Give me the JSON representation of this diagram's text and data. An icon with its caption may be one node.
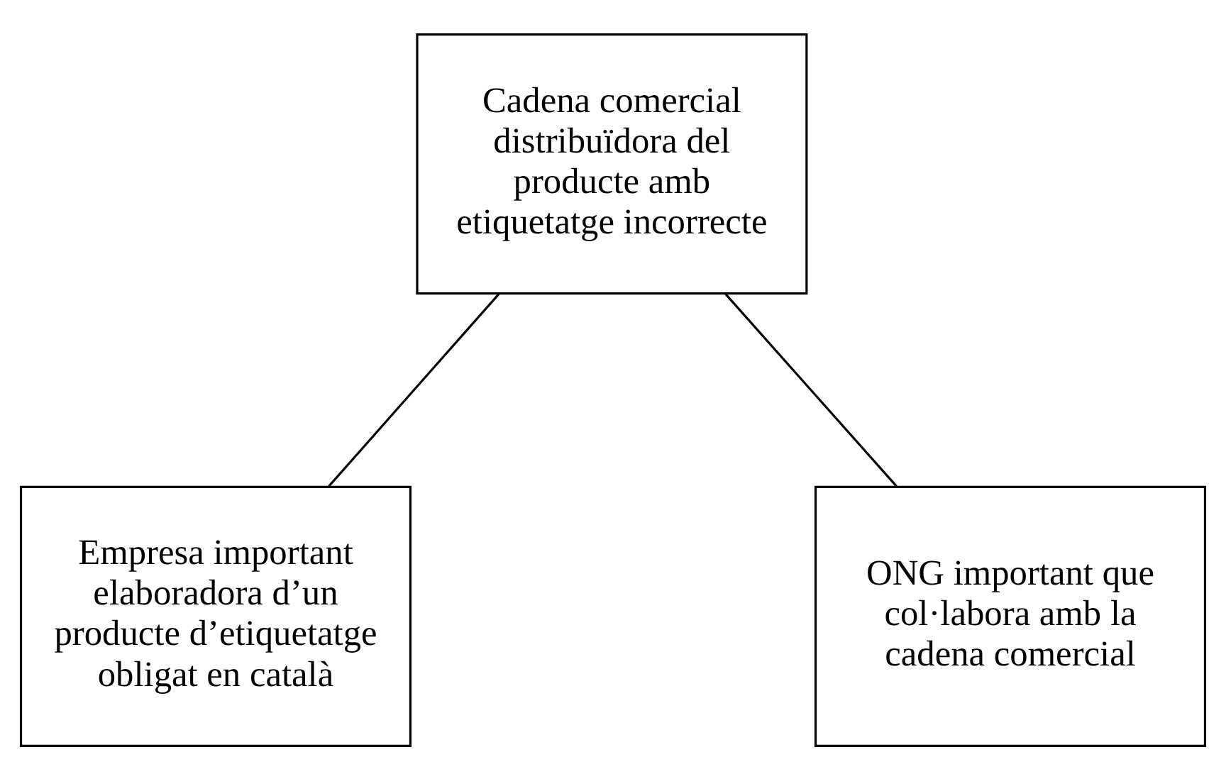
{
  "diagram": {
    "nodes": [
      {
        "text": [
          "Cadena comercial distribuïdora del producte amb etiquetatge incorrecte"
        ]
      },
      {
        "text": [
          "Empresa important elaboradora d’un producte d’etiquetatge obligat en català"
        ]
      },
      {
        "text": [
          "ONG important que col·labora amb la cadena comercial"
        ]
      }
    ],
    "edges": [
      {
        "from": 0,
        "to": 1,
        "arrow": "none"
      },
      {
        "from": 0,
        "to": 2,
        "arrow": "none"
      }
    ]
  }
}
